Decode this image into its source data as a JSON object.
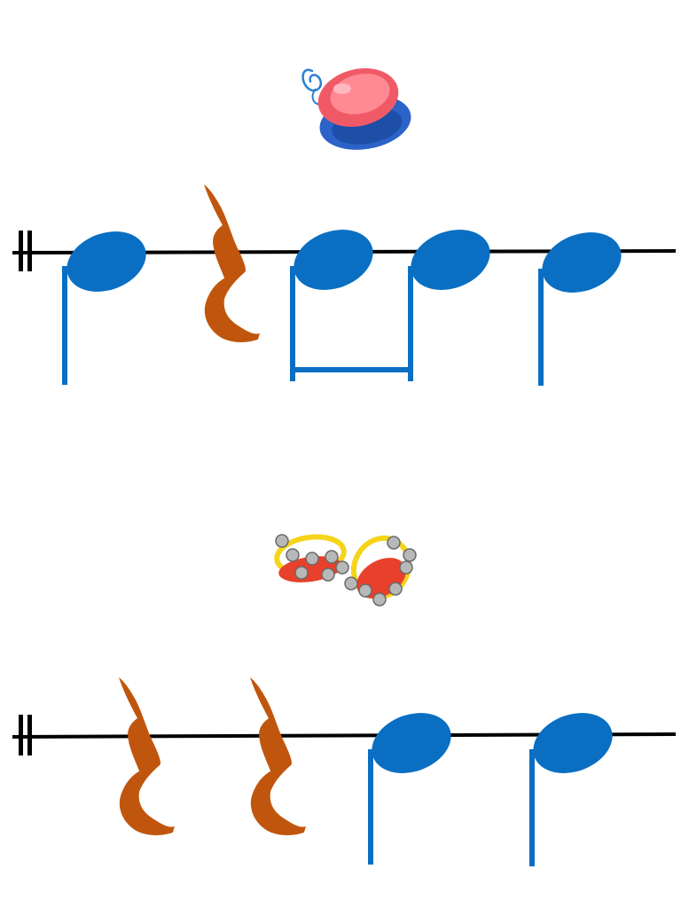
{
  "colors": {
    "background": "#ffffff",
    "staff_line": "#000000",
    "note": "#0a6fc2",
    "rest": "#c0560e"
  },
  "rows": [
    {
      "instrument": "castanets-icon",
      "rhythm": [
        "quarter-note",
        "quarter-rest",
        "eighth-note-pair",
        "quarter-note"
      ]
    },
    {
      "instrument": "jingle-bells-icon",
      "rhythm": [
        "quarter-rest",
        "quarter-rest",
        "quarter-note",
        "quarter-note"
      ]
    }
  ]
}
